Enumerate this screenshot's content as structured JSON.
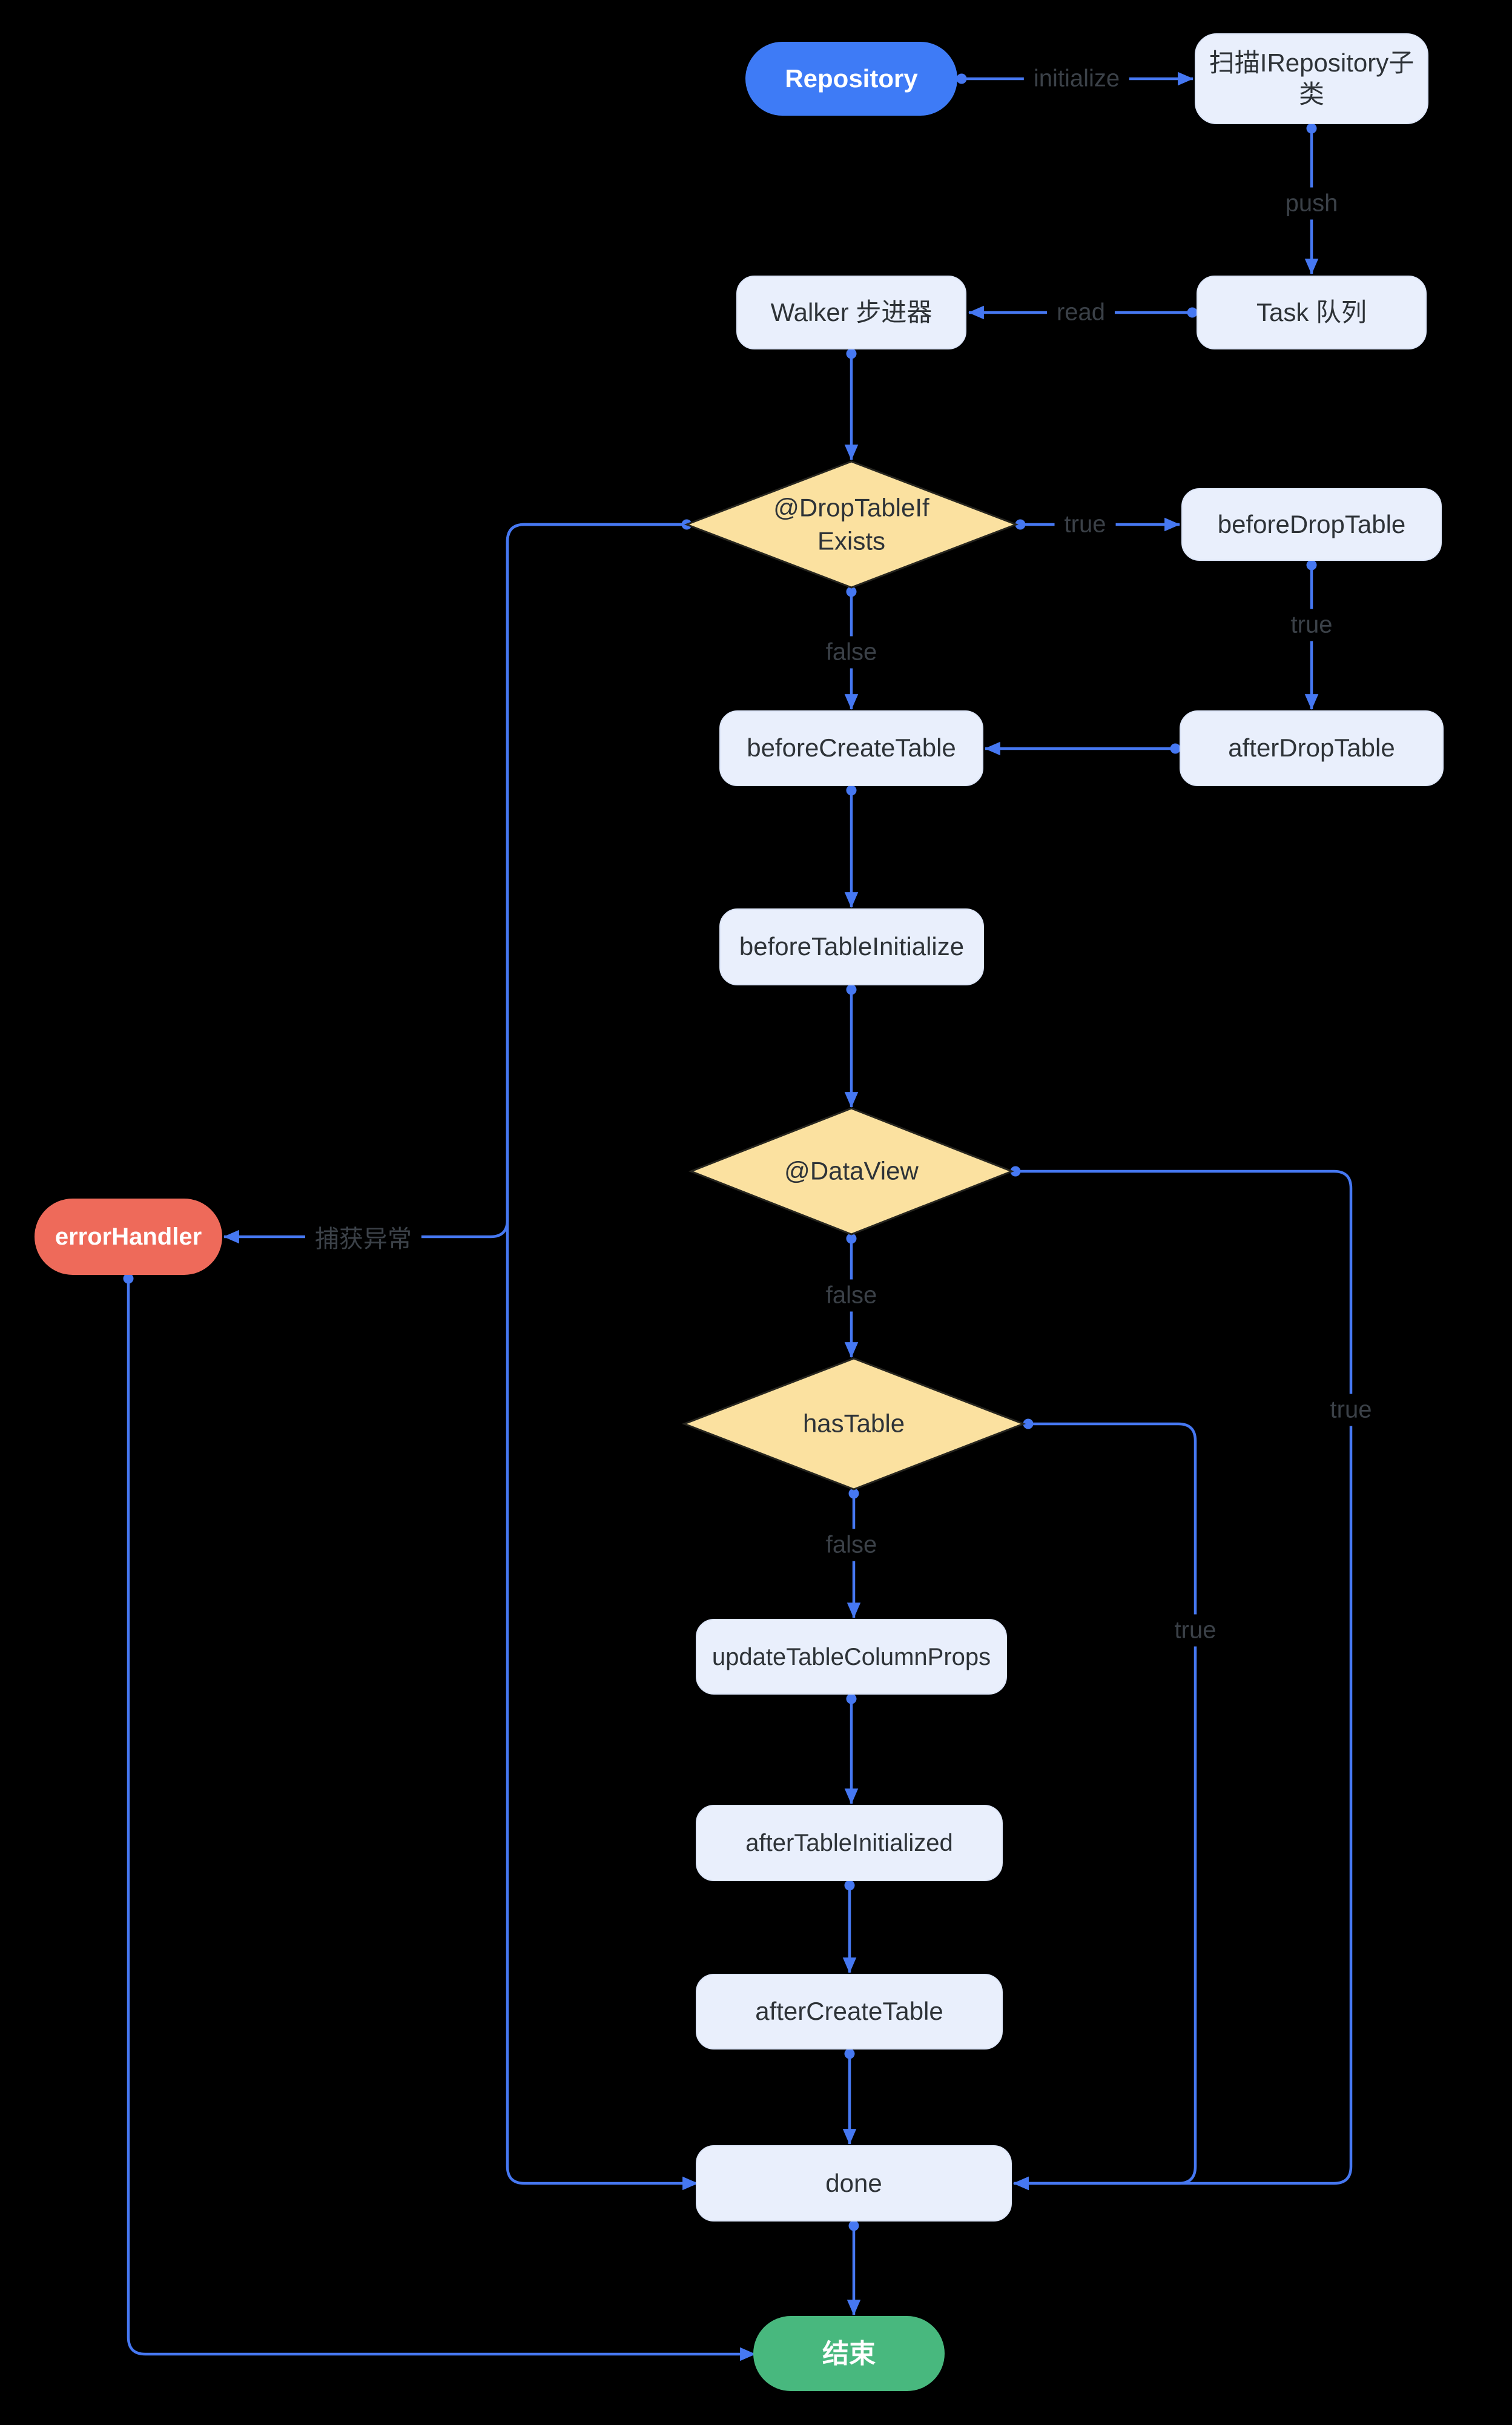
{
  "diagram": {
    "title": "Repository table initialization flowchart",
    "colors": {
      "background": "#000000",
      "edge": "#4678f2",
      "node_fill": "#e9effc",
      "node_border": "#dde6f9",
      "node_text": "#2e3338",
      "diamond_fill": "#fbe1a0",
      "diamond_border": "#26251f",
      "blue_pill": "#3e7bf6",
      "red_pill": "#ee6a5a",
      "green_pill": "#48b87e",
      "label": "#3b4148",
      "white_text": "#ffffff"
    },
    "nodes": {
      "repository": {
        "label": "Repository"
      },
      "scan_irepository": {
        "lines": [
          "扫描IRepository子",
          "类"
        ]
      },
      "task_queue": {
        "label": "Task 队列"
      },
      "walker": {
        "label": "Walker 步进器"
      },
      "drop_table_if_exists": {
        "lines": [
          "@DropTableIf",
          "Exists"
        ]
      },
      "before_drop_table": {
        "label": "beforeDropTable"
      },
      "after_drop_table": {
        "label": "afterDropTable"
      },
      "before_create_table": {
        "label": "beforeCreateTable"
      },
      "before_table_initialize": {
        "label": "beforeTableInitialize"
      },
      "data_view": {
        "label": "@DataView"
      },
      "has_table": {
        "label": "hasTable"
      },
      "update_table_column_props": {
        "label": "updateTableColumnProps"
      },
      "after_table_initialized": {
        "label": "afterTableInitialized"
      },
      "after_create_table": {
        "label": "afterCreateTable"
      },
      "done": {
        "label": "done"
      },
      "error_handler": {
        "label": "errorHandler"
      },
      "end": {
        "label": "结束"
      }
    },
    "edge_labels": {
      "initialize": "initialize",
      "push": "push",
      "read": "read",
      "drop_true": "true",
      "before_drop_true": "true",
      "drop_false": "false",
      "data_view_false": "false",
      "data_view_true": "true",
      "has_table_false": "false",
      "has_table_true": "true",
      "catch_exception": "捕获异常"
    }
  }
}
